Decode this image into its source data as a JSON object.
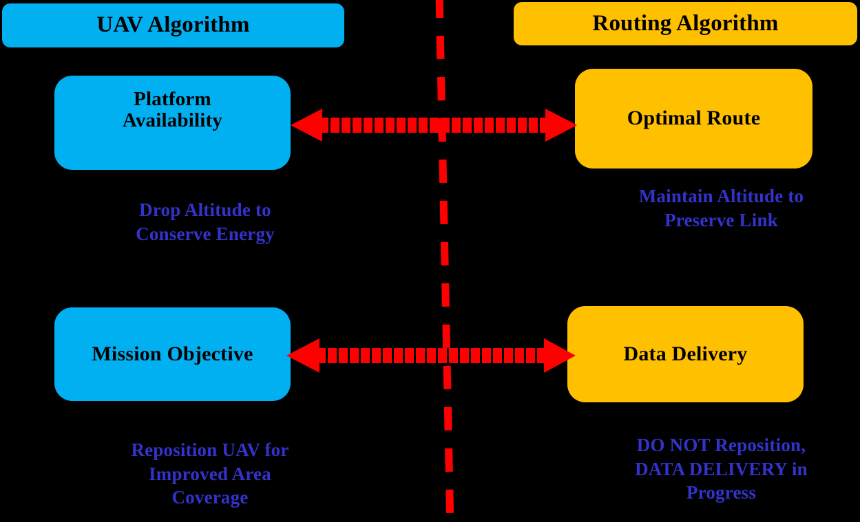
{
  "colors": {
    "background": "#000000",
    "uav_blue": "#00B0F0",
    "routing_yellow": "#FFC000",
    "arrow_red": "#FF0000",
    "divider_red": "#FF0000",
    "annotation_blue": "#3333CC",
    "box_text": "#000000"
  },
  "columns": {
    "left": {
      "header": "UAV  Algorithm",
      "nodes": [
        {
          "label": "Platform\nAvailability",
          "annotation": "Drop Altitude to\nConserve Energy"
        },
        {
          "label": "Mission Objective",
          "annotation": "Reposition UAV for\nImproved Area\nCoverage"
        }
      ]
    },
    "right": {
      "header": "Routing Algorithm",
      "nodes": [
        {
          "label": "Optimal Route",
          "annotation": "Maintain Altitude to\nPreserve Link"
        },
        {
          "label": "Data Delivery",
          "annotation": "DO NOT Reposition,\nDATA DELIVERY in\nProgress"
        }
      ]
    }
  },
  "connectors": [
    {
      "name": "platform-availability-to-optimal-route",
      "style": "double-headed-dashed-arrow"
    },
    {
      "name": "mission-objective-to-data-delivery",
      "style": "double-headed-dashed-arrow"
    }
  ],
  "divider": {
    "name": "vertical-dashed-divider",
    "style": "dashed"
  }
}
